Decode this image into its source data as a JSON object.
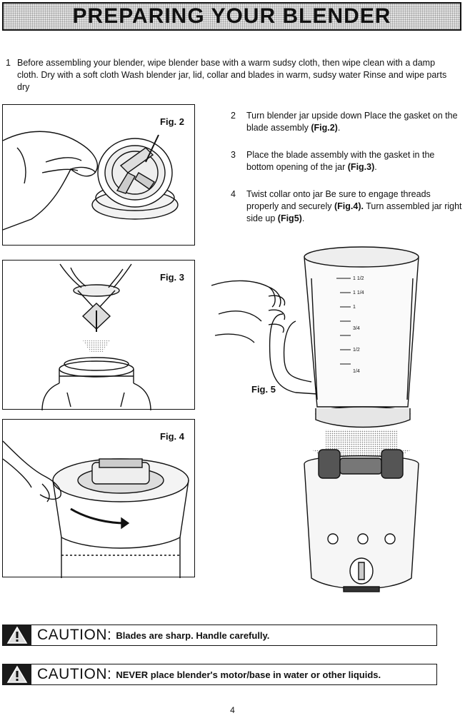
{
  "title": "PREPARING YOUR BLENDER",
  "step1": {
    "number": "1",
    "text": "Before assembling your blender, wipe blender base with a warm sudsy cloth, then wipe clean with a damp cloth. Dry with a soft cloth Wash blender jar, lid, collar and blades in warm, sudsy water Rinse and wipe parts dry"
  },
  "steps": [
    {
      "number": "2",
      "text": "Turn blender jar upside down Place the gasket on the blade assembly ",
      "ref": "(Fig.2)",
      "tail": "."
    },
    {
      "number": "3",
      "text": "Place the blade assembly with the gasket in the bottom opening of the jar ",
      "ref": "(Fig.3)",
      "tail": "."
    },
    {
      "number": "4",
      "text": "Twist collar onto jar Be sure to engage threads properly and securely ",
      "ref": "(Fig.4).",
      "tail": " Turn assembled jar right side up ",
      "ref2": "(Fig5)",
      "tail2": "."
    }
  ],
  "figures": {
    "fig2": "Fig. 2",
    "fig3": "Fig. 3",
    "fig4": "Fig. 4",
    "fig5": "Fig. 5"
  },
  "jar_markings": [
    "1 1/2",
    "1 1/4",
    "1",
    "3/4",
    "1/2",
    "1/4"
  ],
  "cautions": [
    {
      "heading": "CAUTION:",
      "message": "Blades are sharp. Handle carefully."
    },
    {
      "heading": "CAUTION:",
      "message": "NEVER place blender's motor/base in water or other liquids."
    }
  ],
  "page_number": "4",
  "icons": {
    "warning": "warning-triangle-icon"
  }
}
